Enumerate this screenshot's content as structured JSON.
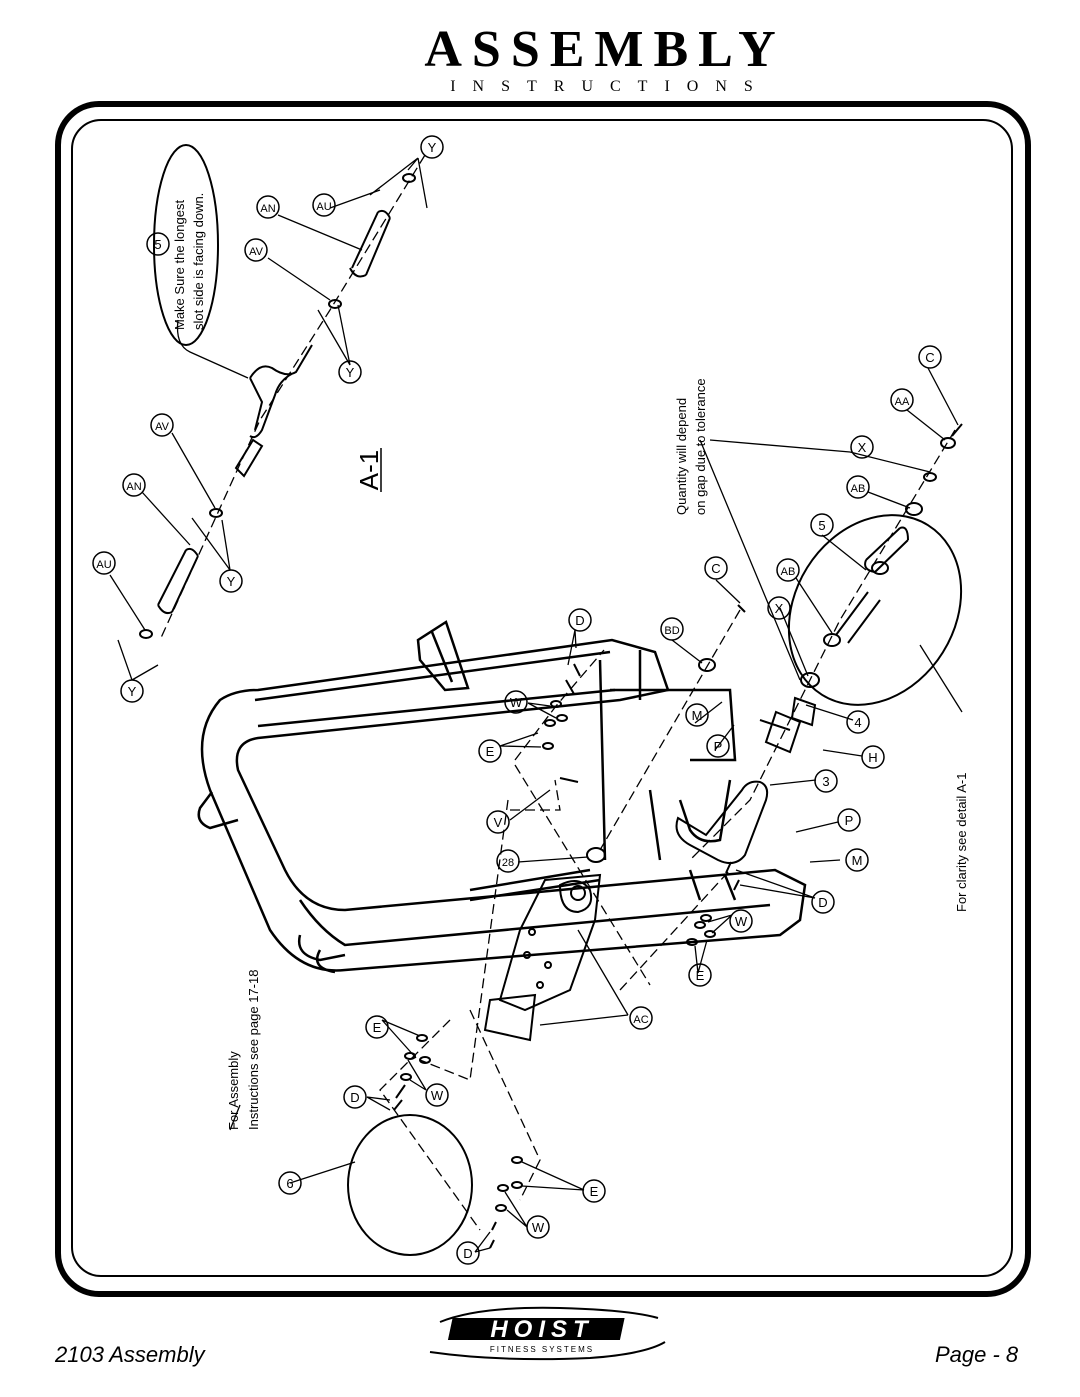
{
  "header": {
    "title": "ASSEMBLY",
    "subtitle": "INSTRUCTIONS"
  },
  "diagram": {
    "detail_title": "A-1",
    "notes": {
      "longest_slot_1": "Make Sure the longest",
      "longest_slot_2": "slot side is facing down.",
      "quantity_1": "Quantity will depend",
      "quantity_2": "on gap due to tolerance",
      "clarity": "For clarity see detail A-1",
      "assembly_ref_1": "For Assembly",
      "assembly_ref_2": "Instructions see page 17-18"
    },
    "callouts": {
      "y_top": "Y",
      "au_top": "AU",
      "an_top": "AN",
      "av_top": "AV",
      "five_top": "5",
      "y_mid": "Y",
      "av_mid": "AV",
      "an_mid": "AN",
      "au_mid": "AU",
      "y_mid2": "Y",
      "y_bot": "Y",
      "c_top": "C",
      "aa": "AA",
      "x_top": "X",
      "ab_top": "AB",
      "five_right": "5",
      "c_mid": "C",
      "ab_mid": "AB",
      "x_mid": "X",
      "bd": "BD",
      "d_top": "D",
      "w_top": "W",
      "m_top": "M",
      "p_top": "P",
      "four": "4",
      "h": "H",
      "e_top": "E",
      "three": "3",
      "v": "V",
      "p_bot": "P",
      "twentyeight": "28",
      "m_bot": "M",
      "d_right": "D",
      "w_right": "W",
      "e_right": "E",
      "ac": "AC",
      "e_left": "E",
      "d_left": "D",
      "w_left": "W",
      "six": "6",
      "e_bot": "E",
      "w_bot": "W",
      "d_bot": "D"
    }
  },
  "footer": {
    "model": "2103 Assembly",
    "page": "Page - 8",
    "logo_text": "HOIST",
    "logo_sub": "FITNESS SYSTEMS"
  }
}
